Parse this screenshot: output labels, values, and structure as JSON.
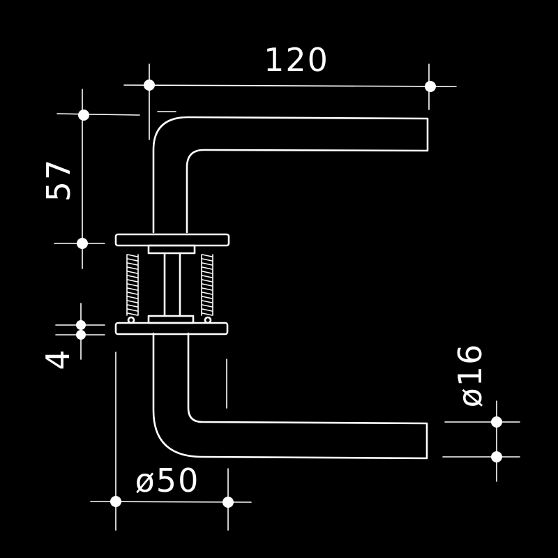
{
  "dimensions": {
    "length": "120",
    "height": "57",
    "rose_thickness": "4",
    "rose_diameter": "ø50",
    "grip_diameter": "ø16"
  },
  "colors": {
    "background": "#000000",
    "ink": "#ffffff"
  }
}
